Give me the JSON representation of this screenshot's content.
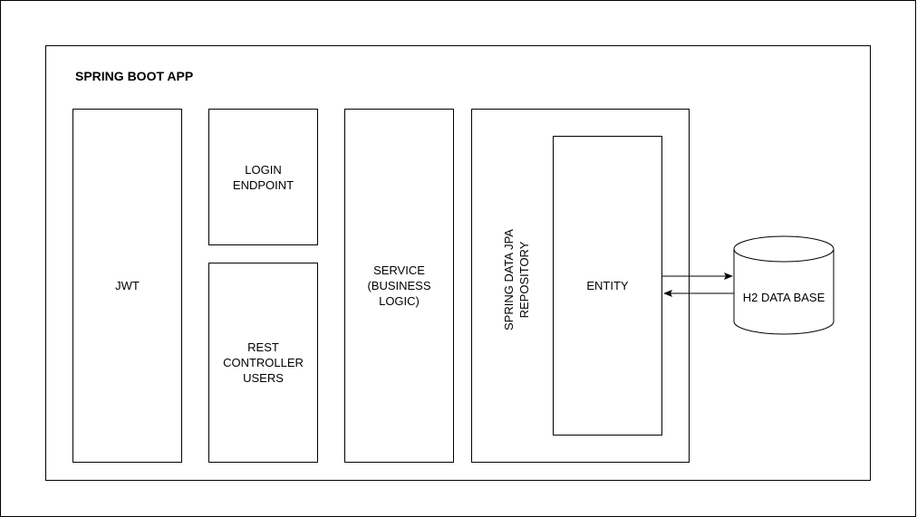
{
  "diagram": {
    "app_title": "SPRING BOOT APP",
    "jwt": "JWT",
    "login_endpoint": "LOGIN\nENDPOINT",
    "rest_controller": "REST\nCONTROLLER\nUSERS",
    "service": "SERVICE\n(BUSINESS\nLOGIC)",
    "repository": "SPRING DATA JPA\nREPOSITORY",
    "entity": "ENTITY",
    "database": "H2 DATA BASE"
  }
}
